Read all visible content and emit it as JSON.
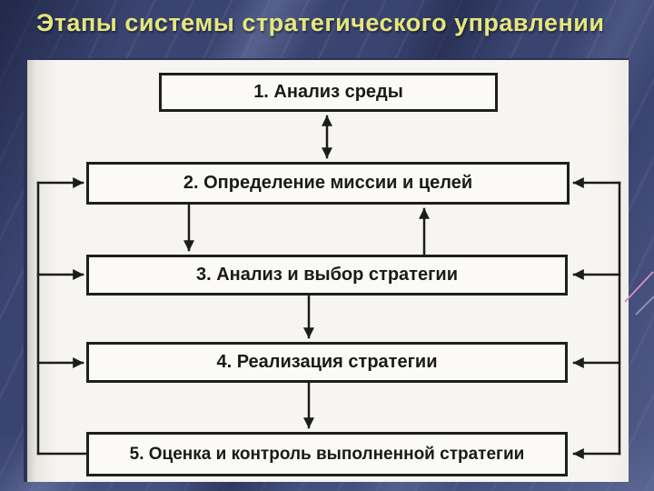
{
  "title": "Этапы системы стратегического управлении",
  "colors": {
    "background": "#3a4470",
    "title_text": "#e6e77b",
    "panel": "#f6f5f1",
    "box_border": "#1e1e1e",
    "line": "#1c1c1c",
    "pink_streak": "#cf8fc0"
  },
  "diagram": {
    "boxes": [
      {
        "id": "1",
        "label": "1. Анализ среды"
      },
      {
        "id": "2",
        "label": "2. Определение миссии и целей"
      },
      {
        "id": "3",
        "label": "3. Анализ и выбор стратегии"
      },
      {
        "id": "4",
        "label": "4. Реализация стратегии"
      },
      {
        "id": "5",
        "label": "5. Оценка и контроль выполненной стратегии"
      }
    ],
    "connections": [
      {
        "from": "1",
        "to": "2",
        "type": "bidirectional"
      },
      {
        "from": "2",
        "to": "3",
        "type": "down-arrow"
      },
      {
        "from": "3",
        "to": "2",
        "type": "up-arrow"
      },
      {
        "from": "3",
        "to": "4",
        "type": "down-arrow"
      },
      {
        "from": "4",
        "to": "5",
        "type": "down-arrow"
      },
      {
        "from": "5",
        "to": "2",
        "type": "left-feedback-bus"
      },
      {
        "from": "5",
        "to": "3",
        "type": "left-feedback-bus"
      },
      {
        "from": "5",
        "to": "4",
        "type": "left-feedback-bus"
      },
      {
        "from": "bus-right",
        "to": "2",
        "type": "right-feedback-bus"
      },
      {
        "from": "bus-right",
        "to": "3",
        "type": "right-feedback-bus"
      },
      {
        "from": "bus-right",
        "to": "4",
        "type": "right-feedback-bus"
      },
      {
        "from": "bus-right",
        "to": "5",
        "type": "right-feedback-bus"
      }
    ]
  }
}
